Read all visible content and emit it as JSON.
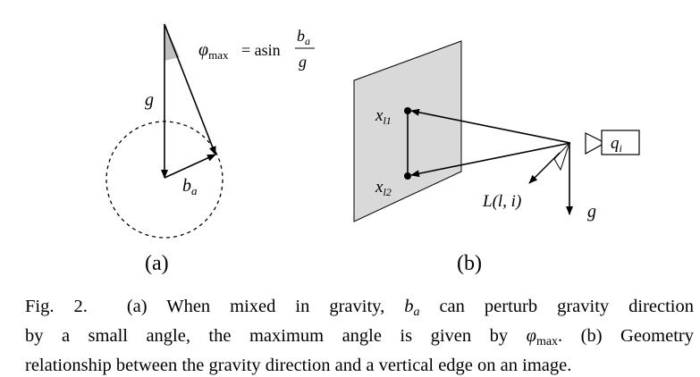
{
  "panel_a": {
    "label": "(a)",
    "formula": {
      "lhs": "φ",
      "lhs_sub": "max",
      "eq": "= asin",
      "num": "b",
      "num_sub": "a",
      "den": "g"
    },
    "g_label": "g",
    "ba_label": "b",
    "ba_sub": "a"
  },
  "panel_b": {
    "label": "(b)",
    "x1_label": "x",
    "x1_sub": "l1",
    "x2_label": "x",
    "x2_sub": "l2",
    "camera_label": "q",
    "camera_sub": "i",
    "L_label": "L(l, i)",
    "g_label": "g"
  },
  "caption": {
    "fig": "Fig. 2.",
    "line1": "(a) When mixed in gravity,",
    "ba": "b",
    "ba_sub": "a",
    "line1b": "can perturb gravity direction",
    "line2a": "by a small angle, the maximum angle is given by",
    "phi": "φ",
    "phi_sub": "max",
    "line2b": ". (b) Geometry",
    "line3": "relationship between the gravity direction and a vertical edge on an image."
  },
  "colors": {
    "plane_fill": "#d9d9d9",
    "wedge_fill": "#bfbfbf",
    "ink": "#000000"
  }
}
